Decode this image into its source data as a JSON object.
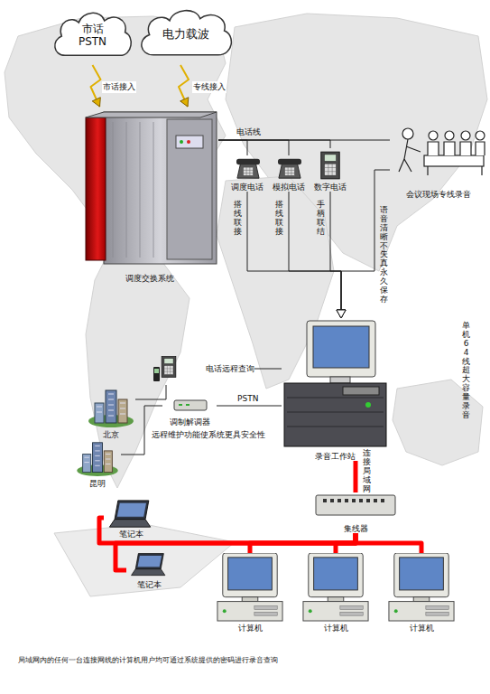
{
  "diagram": {
    "caption": "局域网内的任何一台连接网线的计算机用户均可通过系统提供的密码进行录音查询",
    "nodes": [
      {
        "text": [
          "市话 PSTN"
        ]
      },
      {
        "text": [
          "电力载波"
        ]
      },
      {
        "text": [
          "调度交换系统"
        ]
      },
      {
        "text": [
          "调度电话"
        ]
      },
      {
        "text": [
          "模拟电话"
        ]
      },
      {
        "text": [
          "数字电话"
        ]
      },
      {
        "text": [
          "会议现场专线录音"
        ]
      },
      {
        "text": [
          "录音工作站"
        ]
      },
      {
        "text": [
          "电话远程查询"
        ]
      },
      {
        "text": [
          "北京"
        ]
      },
      {
        "text": [
          "调制解调器"
        ]
      },
      {
        "text": [
          "昆明"
        ]
      },
      {
        "text": [
          "集线器"
        ]
      },
      {
        "text": [
          "笔记本"
        ]
      },
      {
        "text": [
          "笔记本"
        ]
      },
      {
        "text": [
          "计算机"
        ]
      },
      {
        "text": [
          "计算机"
        ]
      },
      {
        "text": [
          "计算机"
        ]
      }
    ],
    "edges": [
      {
        "from": 0,
        "to": 2,
        "arrow": "to",
        "label": "市话接入"
      },
      {
        "from": 1,
        "to": 2,
        "arrow": "to",
        "label": "专线接入"
      },
      {
        "from": 2,
        "to": 3,
        "arrow": "none"
      },
      {
        "from": 2,
        "to": 4,
        "arrow": "none"
      },
      {
        "from": 2,
        "to": 5,
        "arrow": "none"
      },
      {
        "from": 2,
        "to": 6,
        "arrow": "none"
      },
      {
        "from": 3,
        "to": 7,
        "arrow": "to"
      },
      {
        "from": 4,
        "to": 7,
        "arrow": "to"
      },
      {
        "from": 5,
        "to": 7,
        "arrow": "to"
      },
      {
        "from": 6,
        "to": 7,
        "arrow": "to"
      },
      {
        "from": 8,
        "to": 7,
        "arrow": "none"
      },
      {
        "from": 9,
        "to": 8,
        "arrow": "none"
      },
      {
        "from": 10,
        "to": 7,
        "arrow": "none",
        "label": "PSTN"
      },
      {
        "from": 11,
        "to": 10,
        "arrow": "none"
      },
      {
        "from": 7,
        "to": 12,
        "arrow": "none"
      },
      {
        "from": 12,
        "to": 13,
        "arrow": "none"
      },
      {
        "from": 12,
        "to": 14,
        "arrow": "none"
      },
      {
        "from": 12,
        "to": 15,
        "arrow": "none"
      },
      {
        "from": 12,
        "to": 16,
        "arrow": "none"
      },
      {
        "from": 12,
        "to": 17,
        "arrow": "none"
      }
    ],
    "labels": [
      "电话线",
      "搭线联接",
      "搭线联接",
      "手柄联结",
      "语音清晰不失真永久保存",
      "单机64线超大容量录音",
      "远程维护功能使系统更具安全性",
      "连接局域网"
    ]
  }
}
